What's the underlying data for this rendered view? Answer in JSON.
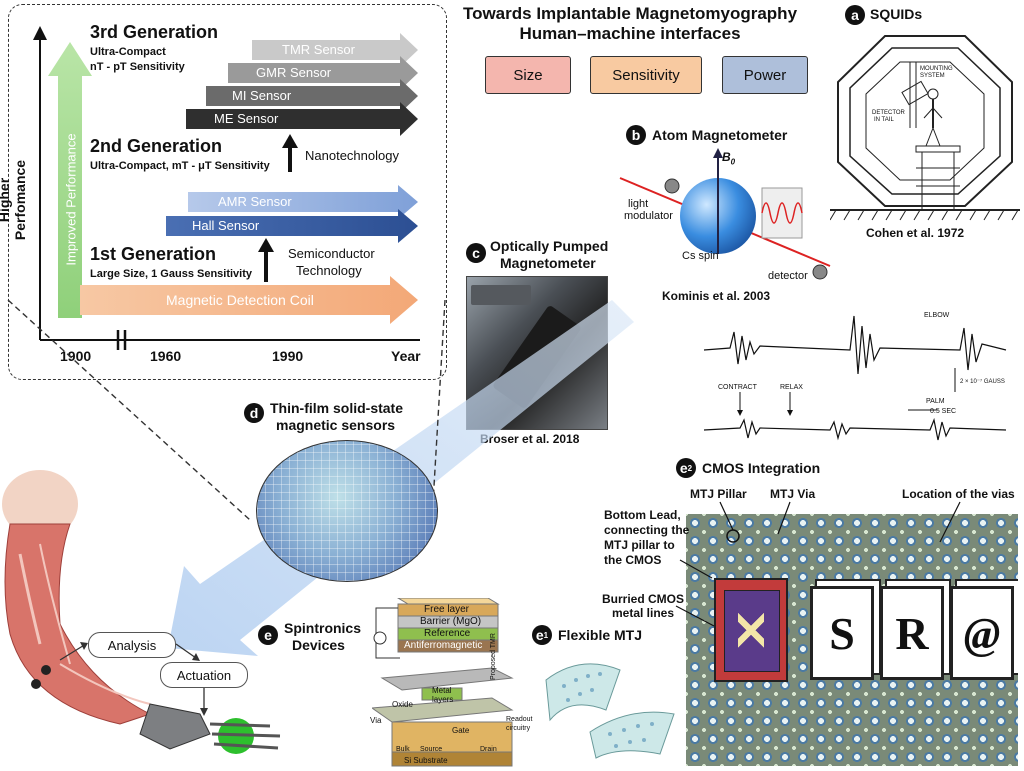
{
  "header": {
    "title_line1": "Towards Implantable Magnetomyography",
    "title_line2": "Human–machine interfaces"
  },
  "criteria": [
    {
      "label": "Size",
      "color": "#f4b6ae"
    },
    {
      "label": "Sensitivity",
      "color": "#f8caa1"
    },
    {
      "label": "Power",
      "color": "#aebfda"
    }
  ],
  "timeline": {
    "y_axis_label": "Higher Perfomance",
    "improved_label": "Improved Performance",
    "x_ticks": [
      "1900",
      "1960",
      "1990",
      "Year"
    ],
    "gen3_title": "3rd Generation",
    "gen3_sub1": "Ultra-Compact",
    "gen3_sub2": "nT - pT Sensitivity",
    "gen2_title": "2nd Generation",
    "gen2_sub": "Ultra-Compact, mT - μT Sensitivity",
    "gen1_title": "1st Generation",
    "gen1_sub": "Large Size, 1 Gauss Sensitivity",
    "nanotech": "Nanotechnology",
    "semi1": "Semiconductor",
    "semi2": "Technology",
    "arrows": {
      "tmr": "TMR Sensor",
      "gmr": "GMR Sensor",
      "mi": "MI Sensor",
      "me": "ME Sensor",
      "amr": "AMR Sensor",
      "hall": "Hall Sensor",
      "coil": "Magnetic Detection Coil"
    }
  },
  "panel_a": {
    "letter": "a",
    "title": "SQUIDs",
    "inner1": "MOUNTING",
    "inner2": "SYSTEM",
    "inner3": "DETECTOR",
    "inner4": "IN TAIL",
    "caption": "Cohen et al. 1972"
  },
  "panel_b": {
    "letter": "b",
    "title": "Atom Magnetometer",
    "b0": "B",
    "b0_sub": "0",
    "light1": "light",
    "light2": "modulator",
    "cs": "Cs spin",
    "detector": "detector",
    "caption": "Kominis et al. 2003"
  },
  "signals": {
    "elbow": "ELBOW",
    "contract": "CONTRACT",
    "relax": "RELAX",
    "scale": "2 × 10⁻⁷ GAUSS",
    "palm": "PALM",
    "sec": "0.5 SEC"
  },
  "panel_c": {
    "letter": "c",
    "title1": "Optically Pumped",
    "title2": "Magnetometer",
    "caption": "Broser et al. 2018"
  },
  "panel_d": {
    "letter": "d",
    "title1": "Thin-film solid-state",
    "title2": "magnetic sensors"
  },
  "panel_e": {
    "letter": "e",
    "title1": "Spintronics",
    "title2": "Devices",
    "layers": [
      "Free layer",
      "Barrier (MgO)",
      "Reference",
      "Antiferromagnetic"
    ],
    "proposed": "Proposed TMR",
    "oxide": "Oxide",
    "metal1": "Metal",
    "metal2": "layers",
    "via": "Via",
    "gate": "Gate",
    "bulk": "Bulk",
    "source": "Source",
    "drain": "Drain",
    "substrate": "Si Substrate",
    "readout1": "Readout",
    "readout2": "circuitry"
  },
  "panel_e1": {
    "letter": "e",
    "sub": "1",
    "title": "Flexible MTJ"
  },
  "panel_e2": {
    "letter": "e",
    "sub": "2",
    "title": "CMOS Integration",
    "pillar": "MTJ Pillar",
    "via": "MTJ Via",
    "location": "Location of the vias",
    "bottom1": "Bottom Lead,",
    "bottom2": "connecting the",
    "bottom3": "MTJ pillar to",
    "bottom4": "the CMOS",
    "buried1": "Burried CMOS",
    "buried2": "metal lines",
    "chip_letters": [
      "S",
      "R",
      "@"
    ]
  },
  "flow": {
    "analysis": "Analysis",
    "actuation": "Actuation"
  }
}
